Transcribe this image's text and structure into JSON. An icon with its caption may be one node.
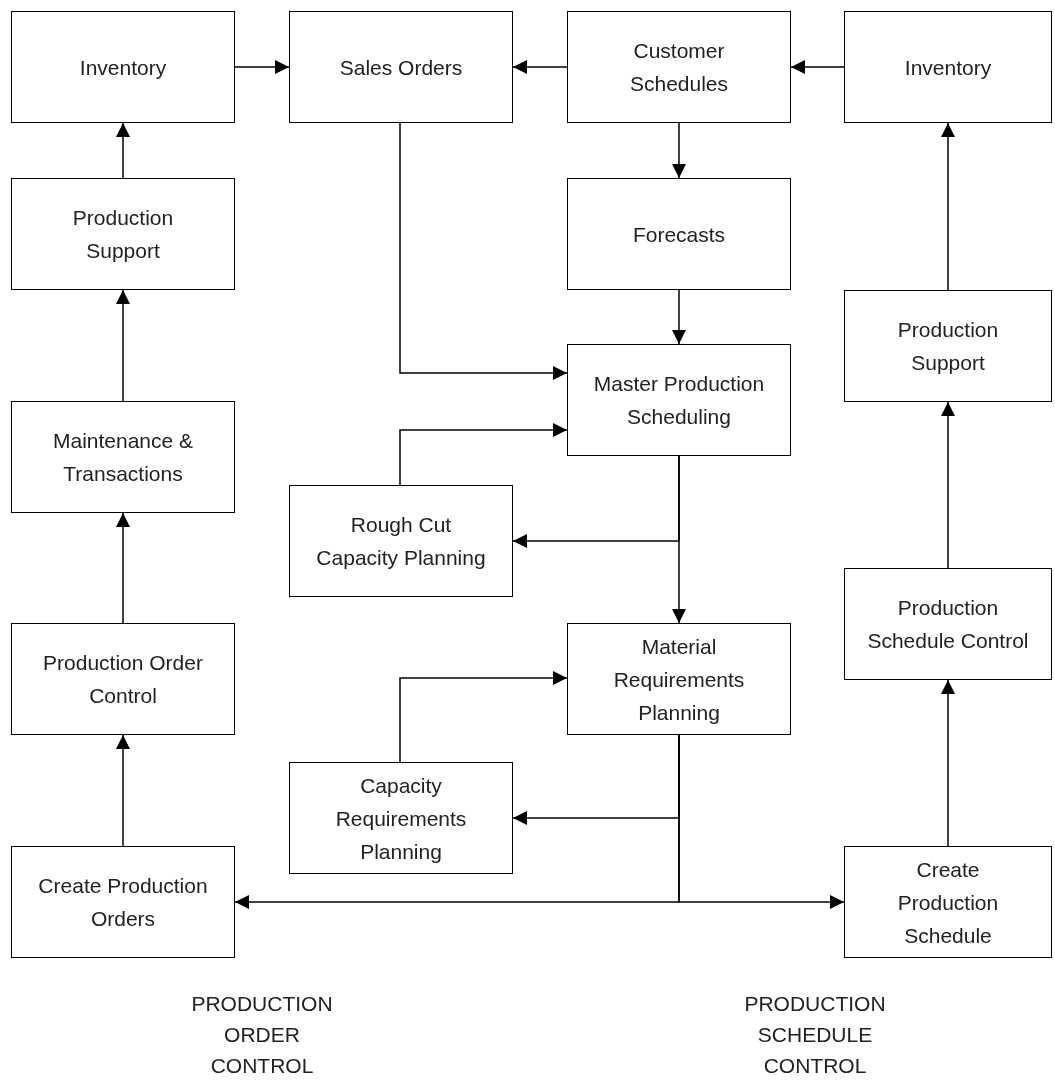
{
  "diagram": {
    "nodes": [
      {
        "text": [
          "Inventory"
        ]
      },
      {
        "text": [
          "Sales Orders"
        ]
      },
      {
        "text": [
          "Customer Schedules"
        ]
      },
      {
        "text": [
          "Inventory"
        ]
      },
      {
        "text": [
          "Production Support"
        ]
      },
      {
        "text": [
          "Forecasts"
        ]
      },
      {
        "text": [
          "Production Support"
        ]
      },
      {
        "text": [
          "Master Production Scheduling"
        ]
      },
      {
        "text": [
          "Maintenance & Transactions"
        ]
      },
      {
        "text": [
          "Rough Cut Capacity Planning"
        ]
      },
      {
        "text": [
          "Production Schedule Control"
        ]
      },
      {
        "text": [
          "Production Order Control"
        ]
      },
      {
        "text": [
          "Material Requirements Planning"
        ]
      },
      {
        "text": [
          "Capacity Requirements Planning"
        ]
      },
      {
        "text": [
          "Create Production Orders"
        ]
      },
      {
        "text": [
          "Create Production Schedule"
        ]
      }
    ],
    "edges": [
      {
        "from": 0,
        "to": 1,
        "arrow": "to"
      },
      {
        "from": 2,
        "to": 1,
        "arrow": "to"
      },
      {
        "from": 3,
        "to": 2,
        "arrow": "to"
      },
      {
        "from": 2,
        "to": 5,
        "arrow": "to"
      },
      {
        "from": 4,
        "to": 0,
        "arrow": "to"
      },
      {
        "from": 8,
        "to": 4,
        "arrow": "to"
      },
      {
        "from": 11,
        "to": 8,
        "arrow": "to"
      },
      {
        "from": 14,
        "to": 11,
        "arrow": "to"
      },
      {
        "from": 5,
        "to": 7,
        "arrow": "to"
      },
      {
        "from": 1,
        "to": 7,
        "arrow": "to"
      },
      {
        "from": 9,
        "to": 7,
        "arrow": "to"
      },
      {
        "from": 7,
        "to": 9,
        "arrow": "to"
      },
      {
        "from": 7,
        "to": 12,
        "arrow": "to"
      },
      {
        "from": 13,
        "to": 12,
        "arrow": "to"
      },
      {
        "from": 12,
        "to": 13,
        "arrow": "to"
      },
      {
        "from": 12,
        "to": 14,
        "arrow": "to"
      },
      {
        "from": 12,
        "to": 15,
        "arrow": "to"
      },
      {
        "from": 15,
        "to": 10,
        "arrow": "to"
      },
      {
        "from": 10,
        "to": 6,
        "arrow": "to"
      },
      {
        "from": 6,
        "to": 3,
        "arrow": "to"
      }
    ],
    "labels": [
      "PRODUCTION ORDER CONTROL",
      "PRODUCTION SCHEDULE CONTROL"
    ]
  }
}
